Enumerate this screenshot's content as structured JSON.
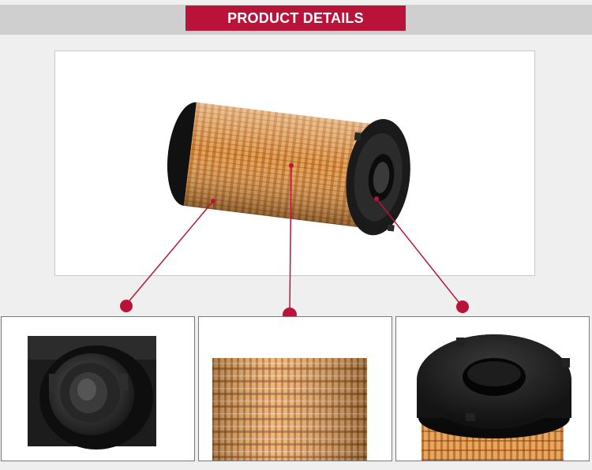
{
  "header": {
    "title": "PRODUCT DETAILS"
  },
  "colors": {
    "accent": "#b9133a",
    "band": "#cfcfcf",
    "background": "#efefef",
    "media_orange": "#d98a3c",
    "cap_black": "#151515"
  },
  "product": {
    "image": "oil-filter-cartridge"
  },
  "details": [
    {
      "image": "filter-end-socket-closeup"
    },
    {
      "image": "filter-pleated-media-closeup"
    },
    {
      "image": "filter-top-cap-closeup"
    }
  ]
}
